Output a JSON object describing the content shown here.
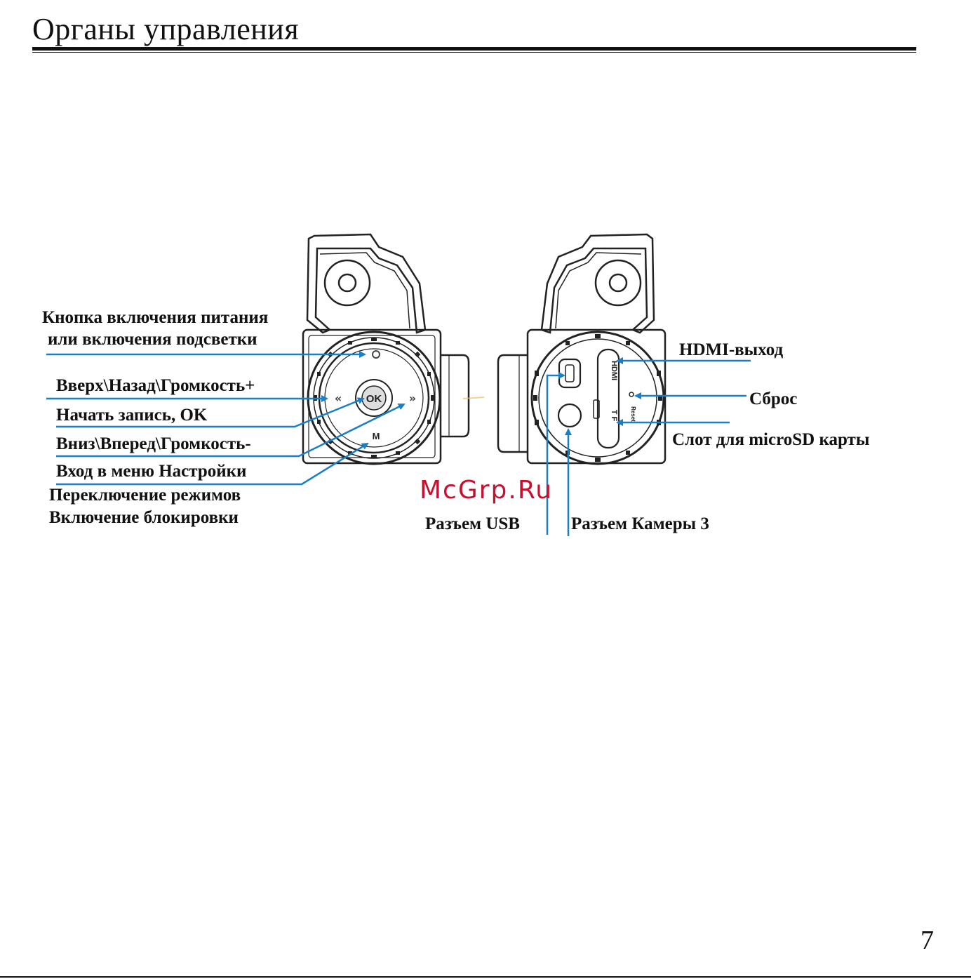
{
  "page": {
    "title": "Органы управления",
    "number": "7"
  },
  "watermark": "McGrp.Ru",
  "left_labels": {
    "power_line1": "Кнопка включения питания",
    "power_line2": "или включения подсветки",
    "up": "Вверх\\Назад\\Громкость+",
    "ok": "Начать запись, OK",
    "down": "Вниз\\Вперед\\Громкость-",
    "menu_line1": "Вход в меню Настройки",
    "menu_line2": "Переключение режимов",
    "menu_line3": "Включение блокировки"
  },
  "right_labels": {
    "hdmi": "HDMI-выход",
    "reset": "Сброс",
    "microsd": "Слот для microSD карты",
    "usb": "Разъем USB",
    "camera": "Разъем Камеры 3"
  },
  "device_markings": {
    "ok_button": "OK",
    "menu_button": "M",
    "hdmi_port": "HDMI",
    "tf_slot": "T F",
    "reset_hole": "Reset"
  },
  "colors": {
    "leader_line": "#1a7fc4",
    "outline": "#222222",
    "watermark": "#c8102e"
  }
}
